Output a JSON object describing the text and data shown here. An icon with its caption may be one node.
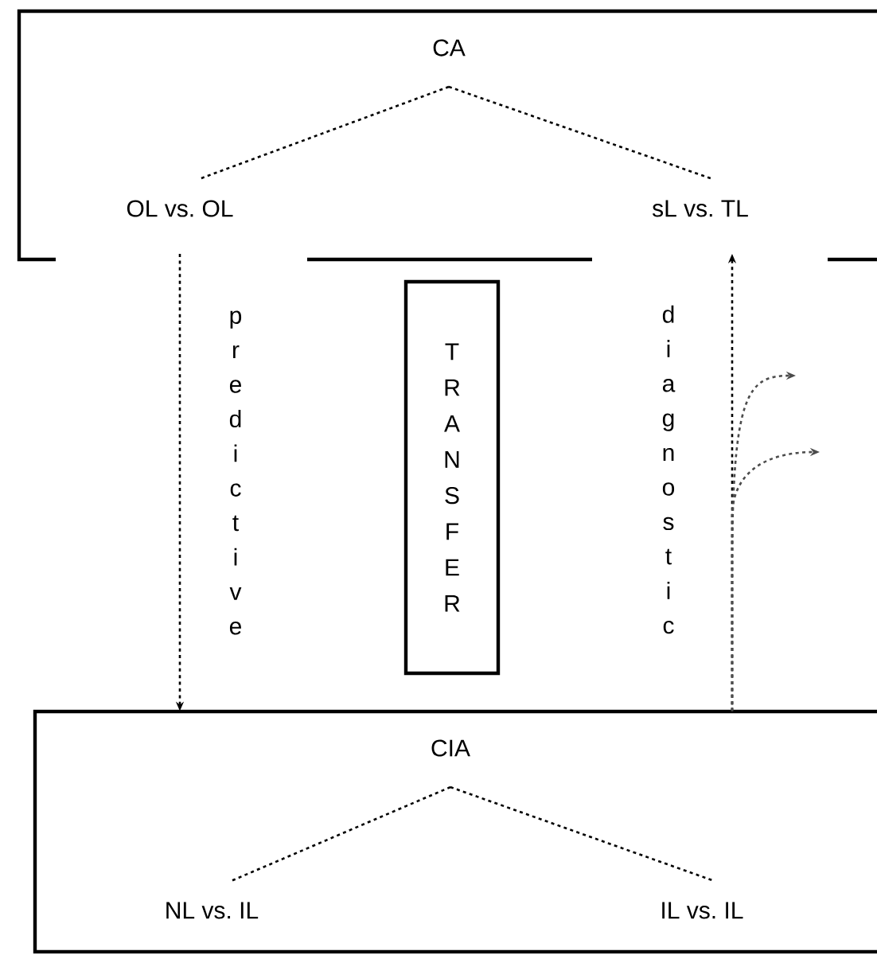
{
  "diagram": {
    "nodes": [
      {
        "text": [],
        "shape": "box"
      },
      {
        "text": [
          "CA"
        ],
        "in": 0
      },
      {
        "text": [
          "OL vs. OL"
        ],
        "in": 0
      },
      {
        "text": [
          "sL vs. TL"
        ],
        "in": 0
      },
      {
        "text": [
          "TRANSFER"
        ]
      },
      {
        "text": [],
        "shape": "box"
      },
      {
        "text": [
          "CIA"
        ],
        "in": 5
      },
      {
        "text": [
          "NL vs. IL"
        ],
        "in": 5
      },
      {
        "text": [
          "IL vs. IL"
        ],
        "in": 5
      }
    ],
    "edges": [
      {
        "from": 1,
        "to": 2,
        "arrow": "none",
        "style": "dashed"
      },
      {
        "from": 1,
        "to": 3,
        "arrow": "none",
        "style": "dashed"
      },
      {
        "from": 6,
        "to": 7,
        "arrow": "none",
        "style": "dashed"
      },
      {
        "from": 6,
        "to": 8,
        "arrow": "none",
        "style": "dashed"
      },
      {
        "from": 2,
        "to": 5,
        "arrow": "to",
        "style": "dashed",
        "label": "predictive"
      },
      {
        "from": 5,
        "to": 3,
        "arrow": "to",
        "style": "dashed",
        "label": "diagnostic"
      },
      {
        "from": 5,
        "to": null,
        "arrow": "to",
        "style": "dashed"
      },
      {
        "from": 5,
        "to": null,
        "arrow": "to",
        "style": "dashed"
      }
    ]
  }
}
